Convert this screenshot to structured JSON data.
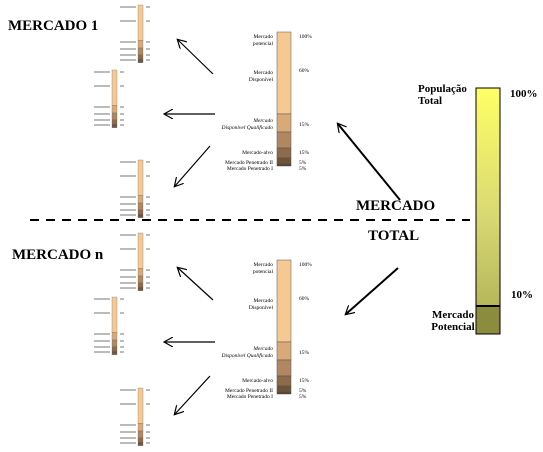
{
  "headings": {
    "market_1": "MERCADO 1",
    "market_n": "MERCADO n",
    "total_line1": "MERCADO",
    "total_line2": "TOTAL"
  },
  "total_bar": {
    "top_label": "População Total",
    "top_percent": "100%",
    "bottom_label": "Mercado Potencial",
    "bottom_percent": "10%",
    "potential_share": 0.1,
    "colors": {
      "top": "#ffff66",
      "mid": "#d7d873",
      "bottom": "#8c8c3e"
    }
  },
  "market_bar": {
    "segments": [
      {
        "label": "Mercado potencial",
        "percent": "100%",
        "color": "#f6c993"
      },
      {
        "label": "Mercado Disponível",
        "percent": "60%",
        "color": "#d9aa78"
      },
      {
        "label": "Mercado Disponível Qualificado",
        "percent": "15%",
        "color": "#b08760"
      },
      {
        "label": "Mercado-alvo",
        "percent": "15%",
        "color": "#8d6a4a"
      },
      {
        "label": "Mercado Penetrado II",
        "percent": "5%",
        "color": "#6e5339"
      },
      {
        "label": "Mercado Penetrado I",
        "percent": "5%",
        "color": "#5a4330"
      }
    ]
  }
}
